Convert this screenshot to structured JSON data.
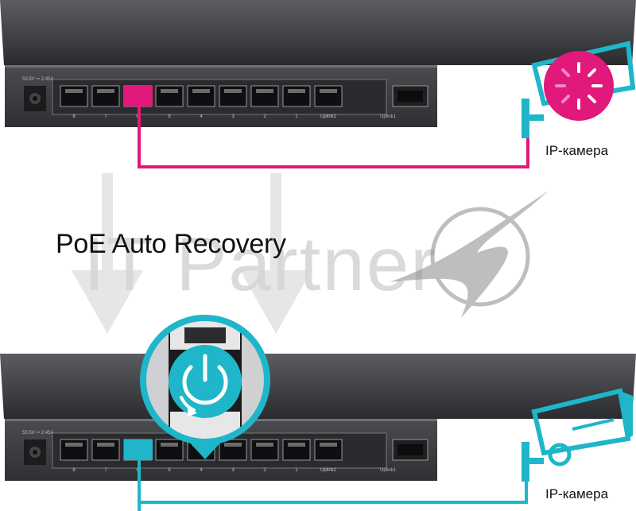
{
  "title": "PoE Auto Recovery",
  "watermark": "IT Partner",
  "top_switch": {
    "power_label": "53.5V ⎓ 2.45A",
    "port_labels": [
      "8",
      "7",
      "6",
      "5",
      "4",
      "3",
      "2",
      "1",
      "Uplink2"
    ],
    "uplink_label": "Uplink1"
  },
  "bottom_switch": {
    "power_label": "53.5V ⎓ 2.45A",
    "port_labels": [
      "8",
      "7",
      "6",
      "5",
      "4",
      "3",
      "2",
      "1",
      "Uplink2"
    ],
    "uplink_label": "Uplink1"
  },
  "camera_top_label": "IP-камера",
  "camera_bottom_label": "IP-камера",
  "colors": {
    "failure": "#e0197a",
    "recovery": "#1fb6c9",
    "switch_body": "#3a3c3f",
    "switch_top": "#2c2d30"
  },
  "icons": [
    "loading-spinner-icon",
    "power-restart-icon",
    "security-camera-icon"
  ]
}
